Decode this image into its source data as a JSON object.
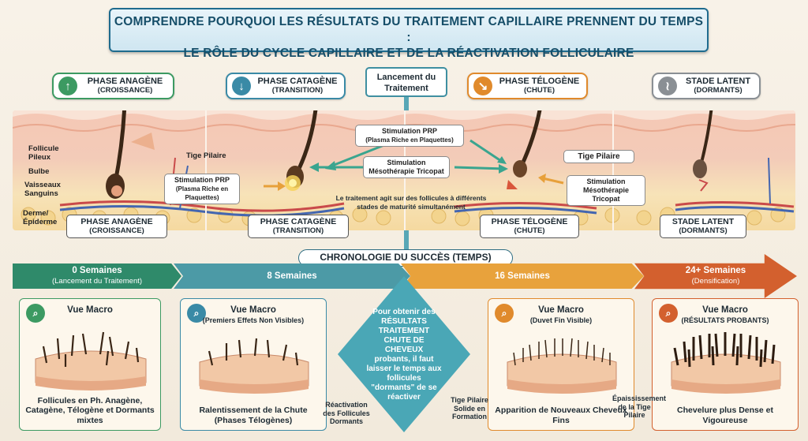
{
  "title": {
    "line1": "COMPRENDRE POURQUOI LES RÉSULTATS DU TRAITEMENT CAPILLAIRE PRENNENT DU TEMPS :",
    "line2": "LE RÔLE DU CYCLE CAPILLAIRE ET DE LA RÉACTIVATION FOLLICULAIRE"
  },
  "center_label": "Lancement du Traitement",
  "phases": [
    {
      "name": "PHASE ANAGÈNE",
      "sub": "(CROISSANCE)",
      "icon": "arrow-up-icon",
      "color": "#3c9a62"
    },
    {
      "name": "PHASE CATAGÈNE",
      "sub": "(TRANSITION)",
      "icon": "arrow-down-icon",
      "color": "#3a8aa6"
    },
    {
      "name": "PHASE TÉLOGÈNE",
      "sub": "(CHUTE)",
      "icon": "arrow-down-right-icon",
      "color": "#e08a2c"
    },
    {
      "name": "STADE LATENT",
      "sub": "(DORMANTS)",
      "icon": "hair-icon",
      "color": "#8a8f94"
    }
  ],
  "anatomy_labels": {
    "follicle": "Follicule Pileux",
    "bulb": "Bulbe",
    "vessels": "Vaisseaux Sanguins",
    "derm": "Derme/ Épiderme",
    "shaft_left": "Tige Pilaire",
    "shaft_right": "Tige Pilaire"
  },
  "callouts": {
    "prp_left": {
      "title": "Stimulation PRP",
      "sub": "(Plasma Riche en Plaquettes)"
    },
    "prp_center": {
      "title": "Stimulation PRP",
      "sub": "(Plasma Riche en Plaquettes)"
    },
    "meso_center": "Stimulation Mésothérapie Tricopat",
    "meso_right": "Stimulation Mésothérapie Tricopat",
    "note": "Le traitement agit sur des follicules à différents stades de maturité simultanément"
  },
  "chrono_title": "CHRONOLOGIE DU SUCCÈS (TEMPS)",
  "timeline": [
    {
      "label": "0 Semaines",
      "sub": "(Lancement du Traitement)"
    },
    {
      "label": "8 Semaines",
      "sub": ""
    },
    {
      "label": "16 Semaines",
      "sub": ""
    },
    {
      "label": "24+ Semaines",
      "sub": "(Densification)"
    }
  ],
  "cards": [
    {
      "head": "Vue Macro",
      "sub": "",
      "caption": "Follicules en Ph. Anagène, Catagène, Télogène et Dormants mixtes"
    },
    {
      "head": "Vue Macro",
      "sub": "(Premiers Effets Non Visibles)",
      "caption": "Ralentissement de la Chute (Phases Télogènes)"
    },
    {
      "head": "Vue Macro",
      "sub": "(Duvet Fin Visible)",
      "caption": "Apparition de Nouveaux Cheveux Fins"
    },
    {
      "head": "Vue Macro",
      "sub": "(RÉSULTATS PROBANTS)",
      "caption": "Chevelure plus Dense et Vigoureuse"
    }
  ],
  "side_notes": {
    "reactivation": "Réactivation des Follicules Dormants",
    "tige_formation": "Tige Pilaire Solide en Formation",
    "epaississement": "Épaississement de la Tige Pilaire"
  },
  "center_diamond": "Pour obtenir des RÉSULTATS TRAITEMENT CHUTE DE CHEVEUX probants, il faut laisser le temps aux follicules \"dormants\" de se réactiver",
  "colors": {
    "green": "#3c9a62",
    "teal": "#3a8aa6",
    "orange": "#e08a2c",
    "red": "#d3602e",
    "gray": "#8a8f94"
  }
}
